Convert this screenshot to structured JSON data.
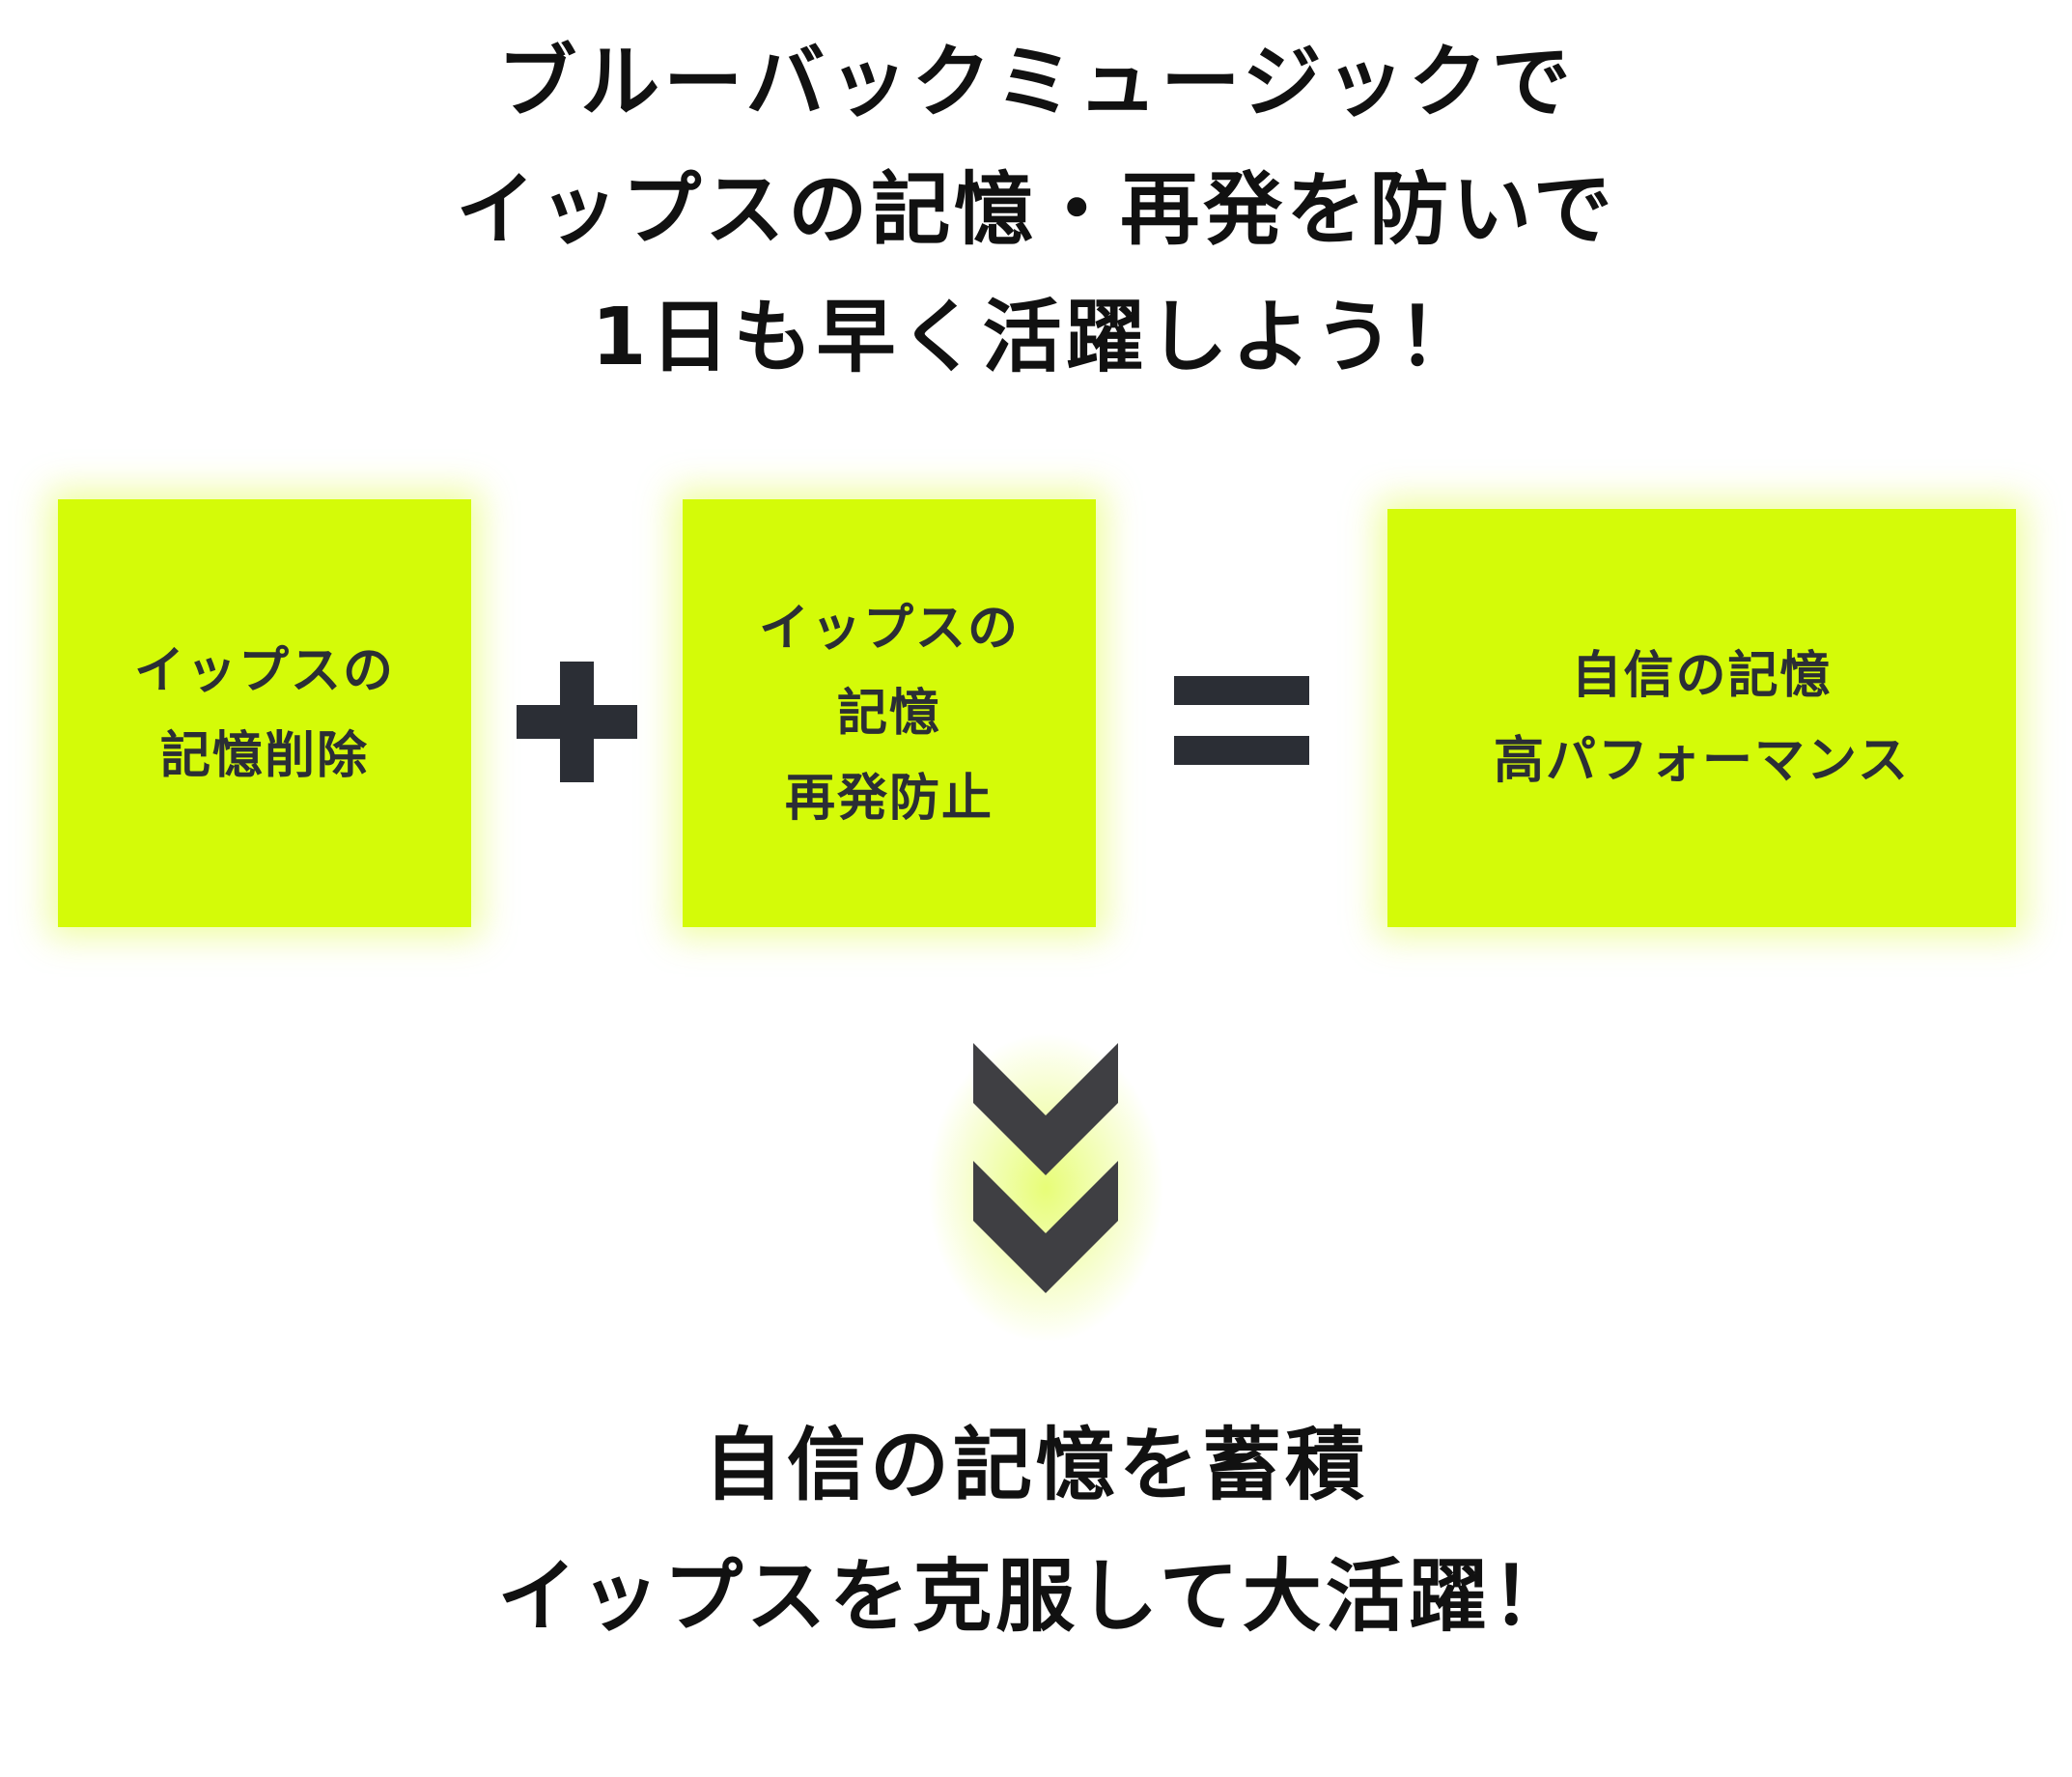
{
  "headline": {
    "lines": [
      "ブルーバックミュージックで",
      "イップスの記憶・再発を防いで",
      "1日も早く活躍しよう！"
    ]
  },
  "equation": {
    "box_1": {
      "lines": [
        "イップスの",
        "記憶削除"
      ]
    },
    "plus_operator": "plus-icon",
    "box_2": {
      "lines": [
        "イップスの",
        "記憶",
        "再発防止"
      ]
    },
    "equals_operator": "equals-icon",
    "box_3": {
      "lines": [
        "自信の記憶",
        "高パフォーマンス"
      ]
    }
  },
  "arrow": "double-chevron-down-icon",
  "conclusion": {
    "lines": [
      "自信の記憶を蓄積",
      "イップスを克服して大活躍！"
    ]
  },
  "colors": {
    "accent": "#d4fb08",
    "box_text": "#2b2e35",
    "operator": "#2b2e35",
    "chevron": "#3f3f43",
    "headline_text": "#111111"
  }
}
